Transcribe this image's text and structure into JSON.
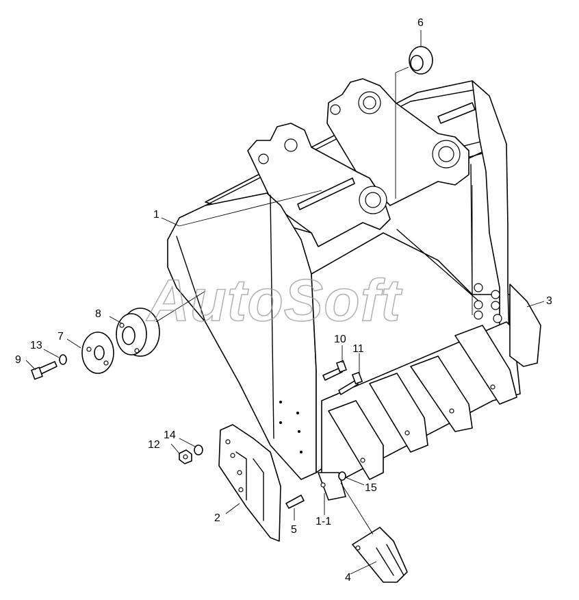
{
  "watermark": "AutoSoft",
  "callouts": [
    {
      "id": "c1",
      "label": "1"
    },
    {
      "id": "c2",
      "label": "2"
    },
    {
      "id": "c3",
      "label": "3"
    },
    {
      "id": "c4",
      "label": "4"
    },
    {
      "id": "c5",
      "label": "5"
    },
    {
      "id": "c6",
      "label": "6"
    },
    {
      "id": "c7",
      "label": "7"
    },
    {
      "id": "c8",
      "label": "8"
    },
    {
      "id": "c9",
      "label": "9"
    },
    {
      "id": "c10",
      "label": "10"
    },
    {
      "id": "c11",
      "label": "11"
    },
    {
      "id": "c12",
      "label": "12"
    },
    {
      "id": "c13",
      "label": "13"
    },
    {
      "id": "c14",
      "label": "14"
    },
    {
      "id": "c15",
      "label": "15"
    },
    {
      "id": "c11b",
      "label": "1-1"
    }
  ]
}
